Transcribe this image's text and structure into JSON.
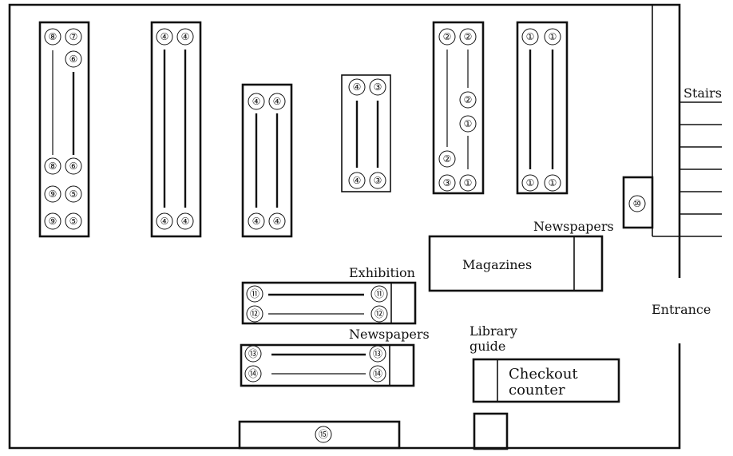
{
  "labels": {
    "stairs": "Stairs",
    "entrance": "Entrance",
    "newspapers_top": "Newspapers",
    "magazines": "Magazines",
    "exhibition": "Exhibition",
    "newspapers_mid": "Newspapers",
    "library_guide_line1": "Library",
    "library_guide_line2": "guide",
    "checkout_line1": "Checkout",
    "checkout_line2": "counter"
  },
  "numbers": {
    "n1": "①",
    "n2": "②",
    "n3": "③",
    "n4": "④",
    "n5": "⑤",
    "n6": "⑥",
    "n7": "⑦",
    "n8": "⑧",
    "n9": "⑨",
    "n10": "⑩",
    "n11": "⑪",
    "n12": "⑫",
    "n13": "⑬",
    "n14": "⑭",
    "n15": "⑮"
  }
}
